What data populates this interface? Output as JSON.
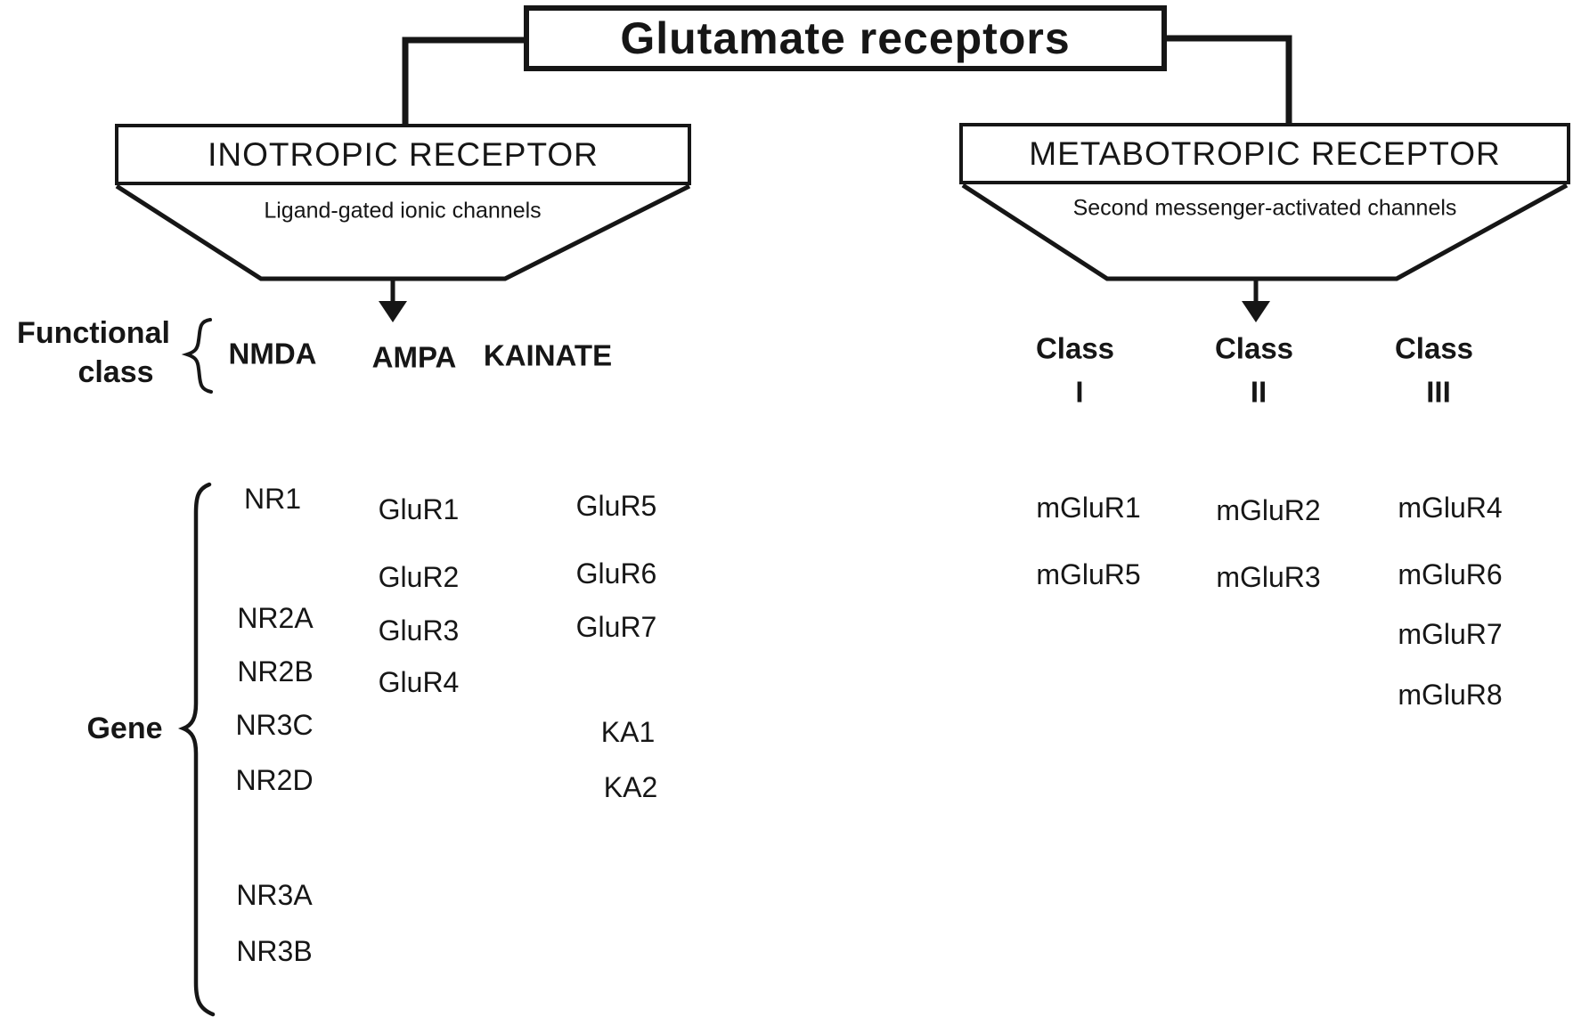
{
  "diagram": {
    "root_label": "Glutamate receptors",
    "ionotropic": {
      "title": "INOTROPIC RECEPTOR",
      "subtitle": "Ligand-gated ionic channels",
      "classes": [
        "NMDA",
        "AMPA",
        "KAINATE"
      ],
      "nmda_genes": [
        "NR1",
        "NR2A",
        "NR2B",
        "NR3C",
        "NR2D",
        "NR3A",
        "NR3B"
      ],
      "ampa_genes": [
        "GluR1",
        "GluR2",
        "GluR3",
        "GluR4"
      ],
      "kainate_genes": [
        "GluR5",
        "GluR6",
        "GluR7",
        "KA1",
        "KA2"
      ]
    },
    "metabotropic": {
      "title": "METABOTROPIC RECEPTOR",
      "subtitle": "Second messenger-activated channels",
      "classes": [
        [
          "Class",
          "I"
        ],
        [
          "Class",
          "II"
        ],
        [
          "Class",
          "III"
        ]
      ],
      "class1_genes": [
        "mGluR1",
        "mGluR5"
      ],
      "class2_genes": [
        "mGluR2",
        "mGluR3"
      ],
      "class3_genes": [
        "mGluR4",
        "mGluR6",
        "mGluR7",
        "mGluR8"
      ]
    },
    "side_labels": {
      "functional_line1": "Functional",
      "functional_line2": "class",
      "gene": "Gene"
    }
  },
  "colors": {
    "ink": "#161616",
    "background": "#ffffff"
  }
}
